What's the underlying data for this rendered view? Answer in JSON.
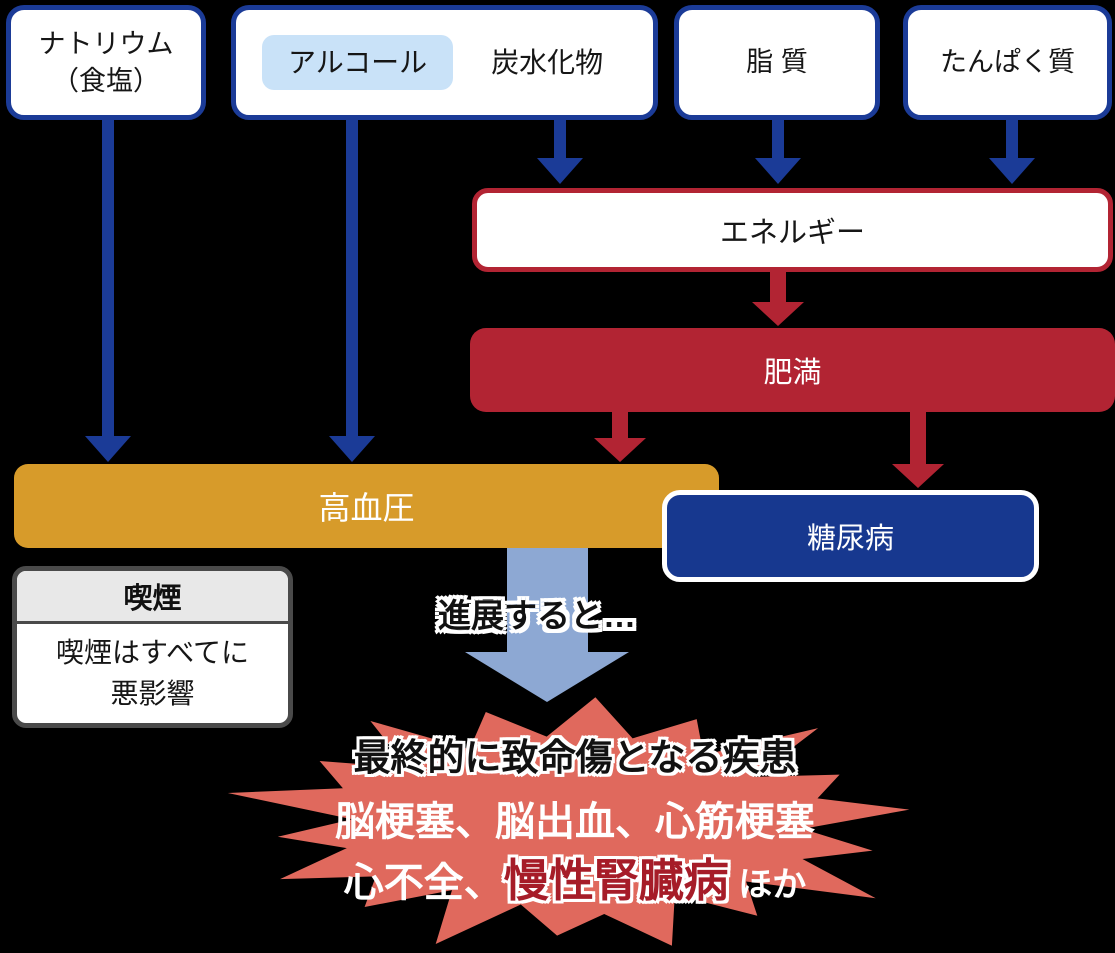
{
  "nutrients": {
    "sodium_line1": "ナトリウム",
    "sodium_line2": "（食塩）",
    "alcohol": "アルコール",
    "carbohydrate": "炭水化物",
    "fat": "脂 質",
    "protein": "たんぱく質"
  },
  "nodes": {
    "energy": "エネルギー",
    "obesity": "肥満",
    "hypertension": "高血圧",
    "diabetes": "糖尿病"
  },
  "smoking": {
    "title": "喫煙",
    "note_line1": "喫煙はすべてに",
    "note_line2": "悪影響"
  },
  "progression_label": "進展すると…",
  "fatal_burst": {
    "heading": "最終的に致命傷となる疾患",
    "diseases_line1": "脳梗塞、脳出血、心筋梗塞",
    "diseases_line2_prefix": "心不全、",
    "diseases_line2_highlight": "慢性腎臓病",
    "diseases_line2_suffix": " ほか"
  },
  "colors": {
    "background": "#000000",
    "navy_border_arrow": "#1b3b97",
    "red_accent": "#b22433",
    "gold_hypertension": "#d79b2a",
    "blue_diabetes": "#17388f",
    "steel_big_arrow": "#8da8d3",
    "salmon_burst": "#e0695d",
    "alcohol_highlight": "#c9e2f8",
    "dark_red_text": "#a61c28",
    "gray_border": "#4a4a4a",
    "gray_header": "#e8e8e8"
  }
}
